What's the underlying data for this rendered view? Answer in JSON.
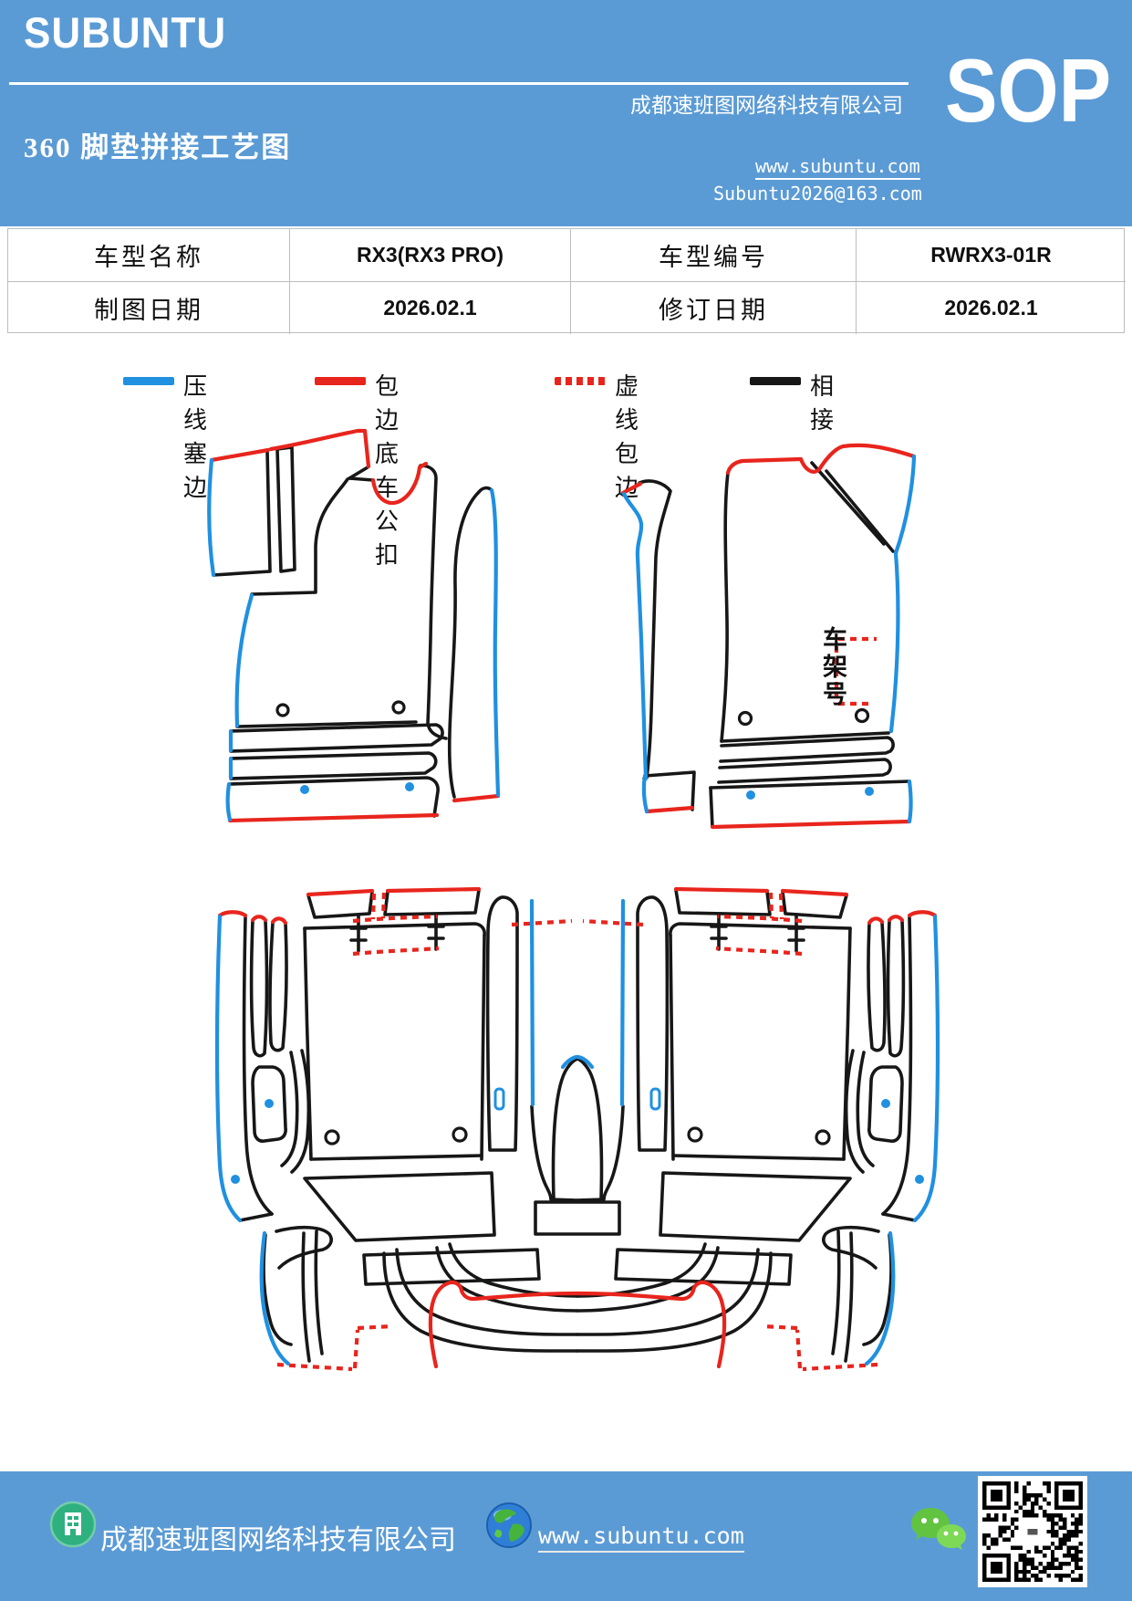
{
  "colors": {
    "banner_blue": "#5b9bd5",
    "line_blue": "#2090e0",
    "line_red": "#e8251d",
    "line_black": "#171717",
    "table_border": "#bdbdbd",
    "wechat_green": "#62c341",
    "badge_green": "#2fb07f"
  },
  "header": {
    "brand": "SUBUNTU",
    "company": "成都速班图网络科技有限公司",
    "title": "360 脚垫拼接工艺图",
    "website": "www.subuntu.com",
    "email": "Subuntu2026@163.com",
    "sop": "SOP"
  },
  "table": {
    "rows": [
      [
        "车型名称",
        "RX3(RX3 PRO)",
        "车型编号",
        "RWRX3-01R"
      ],
      [
        "制图日期",
        "2026.02.1",
        "修订日期",
        "2026.02.1"
      ]
    ]
  },
  "legend": {
    "items": [
      {
        "label": "压线塞边",
        "color": "#2090e0",
        "style": "solid"
      },
      {
        "label": "包边底车公扣",
        "color": "#e8251d",
        "style": "solid"
      },
      {
        "label": "虚线包边",
        "color": "#e8251d",
        "style": "dashed"
      },
      {
        "label": "相接",
        "color": "#171717",
        "style": "solid"
      }
    ]
  },
  "diagram": {
    "vin_label": "车架号"
  },
  "footer": {
    "company": "成都速班图网络科技有限公司",
    "website": "www.subuntu.com"
  }
}
